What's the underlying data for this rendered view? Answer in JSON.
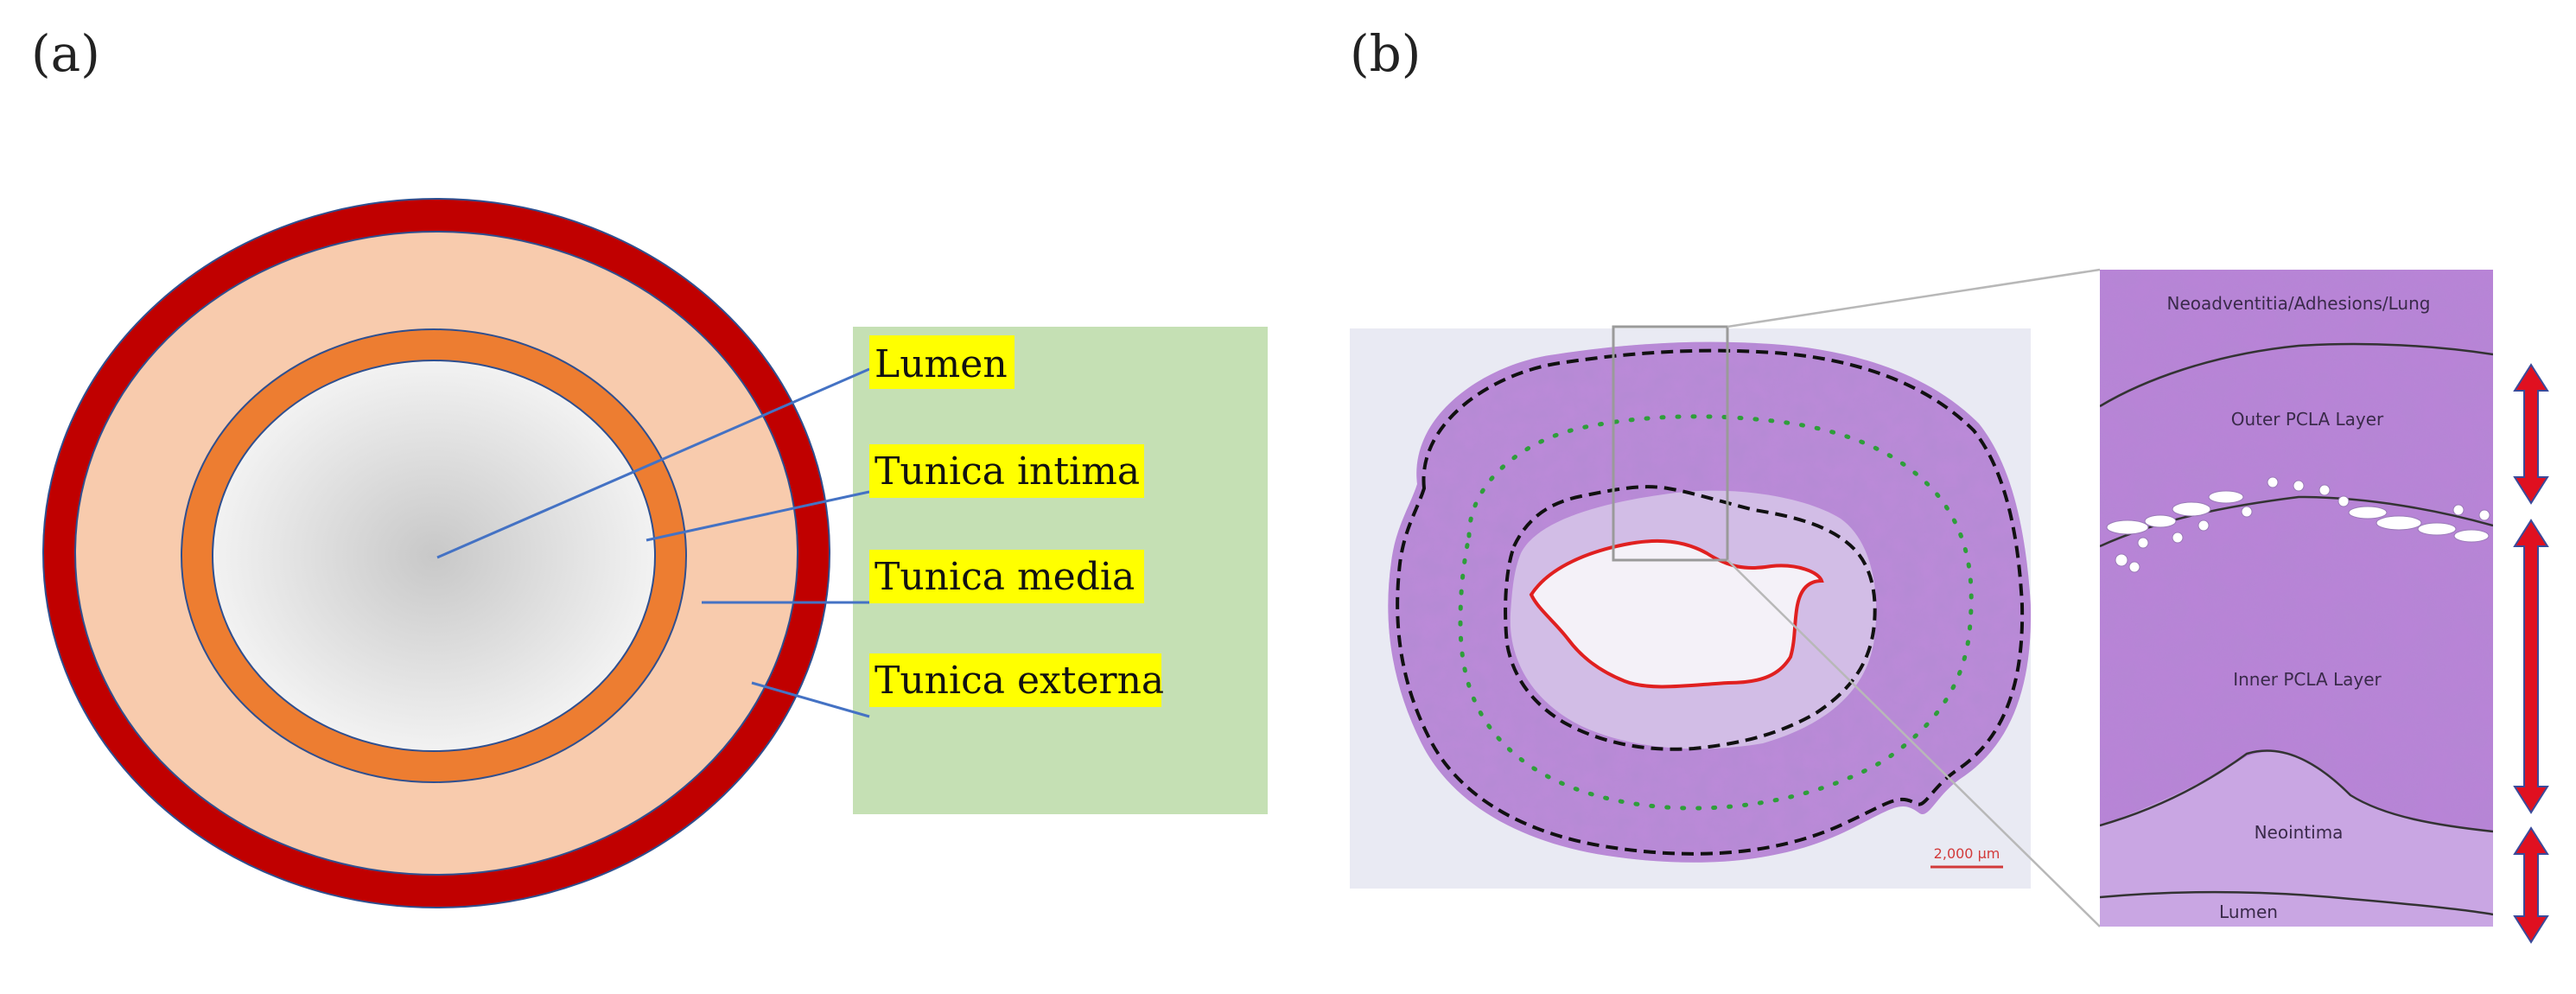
{
  "panel_a": {
    "label": "(a)",
    "legend": [
      "Lumen",
      "Tunica intima",
      "Tunica media",
      "Tunica externa"
    ]
  },
  "panel_b": {
    "label": "(b)",
    "scale_bar": "2,000 μm",
    "zoom_labels": {
      "top": "Neoadventitia/Adhesions/Lung",
      "outer": "Outer PCLA Layer",
      "inner": "Inner PCLA Layer",
      "neointima": "Neointima",
      "lumen": "Lumen"
    }
  },
  "colors": {
    "externa": "#c00000",
    "media": "#f8cbad",
    "intima": "#ed7d31",
    "lumen_center": "#c8c8c8",
    "lumen_edge": "#f0f0f0",
    "legend_bg": "#c5e0b4",
    "highlight": "#ffff00",
    "leader": "#4472c4",
    "tissue": "#b58ad6",
    "arrow": "#e01020"
  }
}
